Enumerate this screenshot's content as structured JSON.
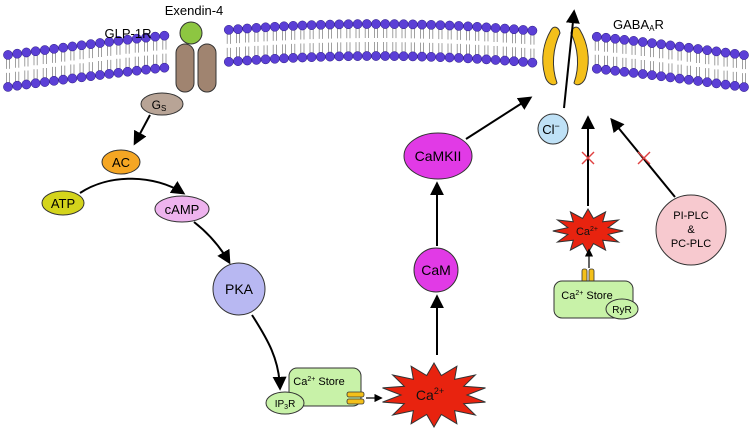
{
  "labels": {
    "ligand": "Exendin-4",
    "receptor": "GLP-1R",
    "gabaa_receptor_main": "GABA",
    "gabaa_receptor_sub": "A",
    "gabaa_receptor_end": "R"
  },
  "nodes": {
    "gs_main": "G",
    "gs_sub": "S",
    "ac": "AC",
    "atp": "ATP",
    "camp": "cAMP",
    "pka": "PKA",
    "store_left_pre": "Ca",
    "store_left_sup": "2+",
    "store_left_post": " Store",
    "ip3r_pre": "IP",
    "ip3r_sub": "3",
    "ip3r_post": "R",
    "ca_burst_center_main": "Ca",
    "ca_burst_center_sup": "2+",
    "cam": "CaM",
    "camkii": "CaMKII",
    "chloride_main": "Cl",
    "chloride_sup": "−",
    "ca_burst_right_main": "Ca",
    "ca_burst_right_sup": "2+",
    "store_right_pre": "Ca",
    "store_right_sup": "2+",
    "store_right_post": " Store",
    "ryr": "RyR",
    "plc_line1": "PI-PLC",
    "plc_line2": "&",
    "plc_line3": "PC-PLC"
  },
  "colors": {
    "lipid_head": "#5b3fd6",
    "lipid_tail": "#888888",
    "ligand": "#8dc641",
    "receptor": "#a08470",
    "gs": "#b8a496",
    "ac": "#f5a623",
    "atp": "#d4d41c",
    "camp": "#eeb3ee",
    "pka": "#b8b8f2",
    "store": "#c8f2a8",
    "channel": "#f4c01a",
    "burst": "#e8230f",
    "camkii": "#e13ae6",
    "chloride": "#bfe1f6",
    "plc": "#f7c9cf",
    "inhibit": "#e04040"
  }
}
